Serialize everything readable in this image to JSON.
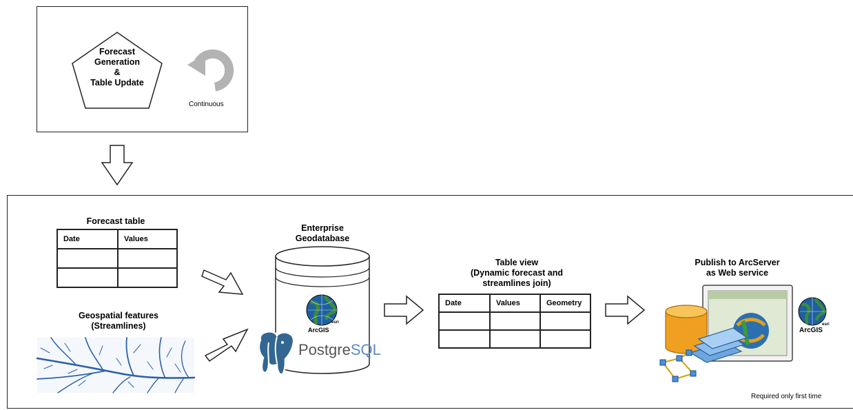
{
  "forecast_box": {
    "pentagon_label_lines": [
      "Forecast",
      "Generation",
      "&",
      "Table Update"
    ],
    "cycle_label": "Continuous"
  },
  "pipeline": {
    "forecast_table": {
      "title": "Forecast table",
      "headers": [
        "Date",
        "Values"
      ],
      "empty_rows": 2
    },
    "geospatial": {
      "title_lines": [
        "Geospatial features",
        "(Streamlines)"
      ]
    },
    "database": {
      "title_lines": [
        "Enterprise",
        "Geodatabase"
      ],
      "arcgis_label": "ArcGIS",
      "esri_label": "esri",
      "postgres_label_a": "Postgre",
      "postgres_label_b": "SQL"
    },
    "table_view": {
      "title_lines": [
        "Table view",
        "(Dynamic forecast and",
        "streamlines join)"
      ],
      "headers": [
        "Date",
        "Values",
        "Geometry"
      ],
      "empty_rows": 2
    },
    "publish": {
      "title_lines": [
        "Publish to ArcServer",
        "as Web service"
      ],
      "arcgis_label": "ArcGIS",
      "esri_label": "esri",
      "footnote": "Required only first time"
    }
  },
  "colors": {
    "stroke": "#222222",
    "cycle_gray": "#b3b3b3",
    "stream_blue": "#2a5fa8",
    "postgres_blue": "#336791",
    "cylinder_orange": "#f0a020",
    "globe_green": "#3c8c3c",
    "globe_blue": "#1f5fa0"
  }
}
